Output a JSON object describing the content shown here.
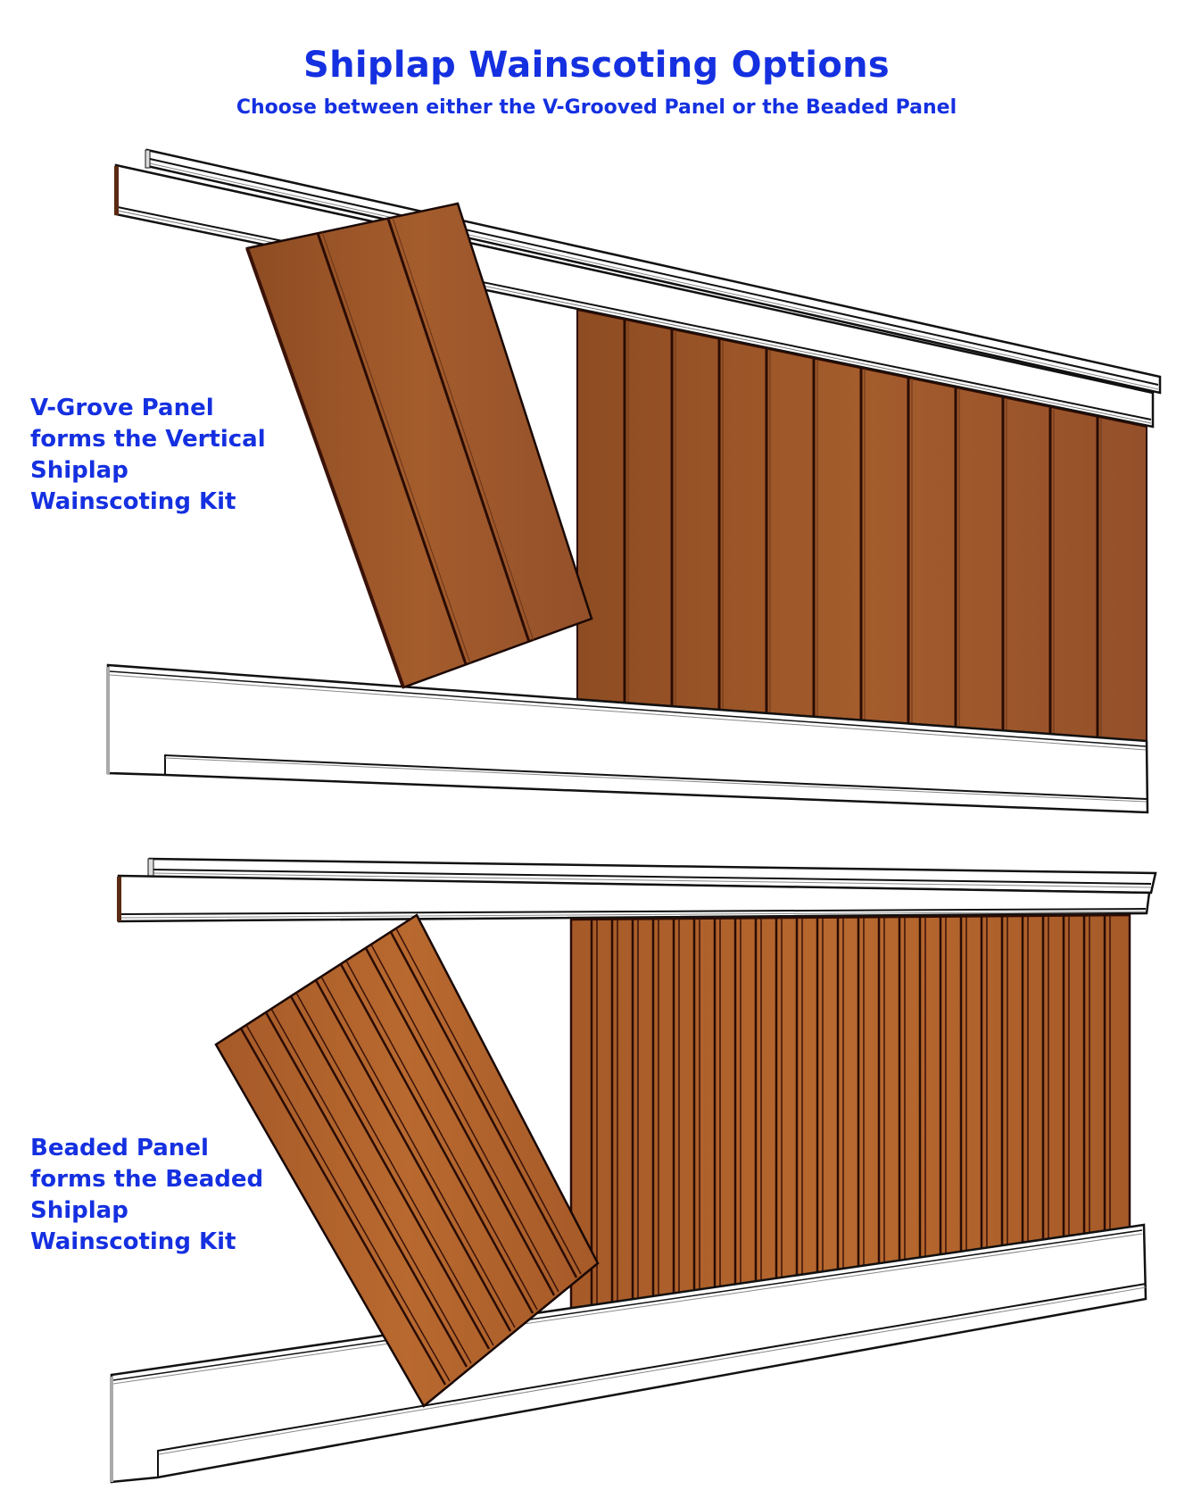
{
  "header": {
    "title": "Shiplap Wainscoting Options",
    "subtitle": "Choose between either the V-Grooved Panel or the Beaded Panel"
  },
  "sections": [
    {
      "id": "v-groove",
      "label_lines": [
        "V-Grove Panel",
        "forms the Vertical",
        "Shiplap",
        "Wainscoting Kit"
      ],
      "panel_style": "v-groove",
      "board_count_wall": 12
    },
    {
      "id": "beaded",
      "label_lines": [
        "Beaded Panel",
        "forms the Beaded",
        "Shiplap",
        "Wainscoting Kit"
      ],
      "panel_style": "beaded",
      "board_count_wall": 27
    }
  ],
  "colors": {
    "text_blue": "#1530e0",
    "wood_vgroove": "#9a5428",
    "wood_beaded": "#a95e2c",
    "groove_dark": "#3a1208",
    "rail_white": "#ffffff",
    "outline": "#111111"
  }
}
